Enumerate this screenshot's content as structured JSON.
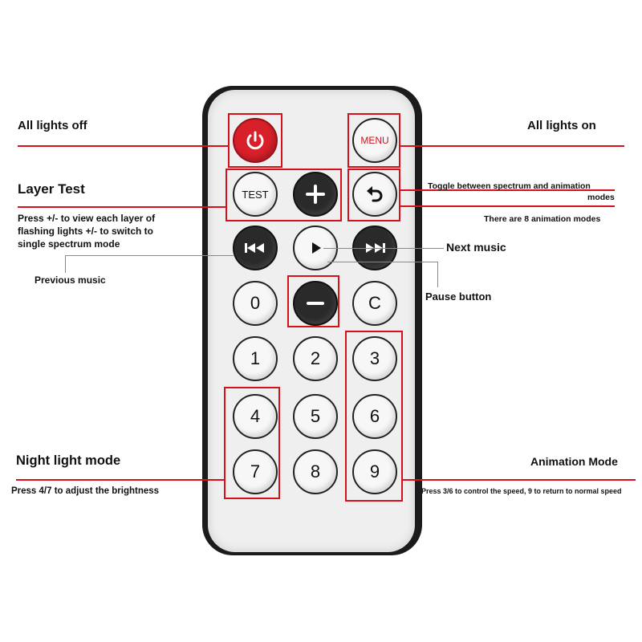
{
  "labels": {
    "all_lights_off": "All lights off",
    "all_lights_on": "All lights on",
    "layer_test": "Layer Test",
    "layer_test_desc_1": "Press +/- to view each layer of",
    "layer_test_desc_2": "flashing lights +/- to switch to",
    "layer_test_desc_3": "single spectrum mode",
    "toggle_desc_1": "Toggle between spectrum and animation",
    "toggle_desc_2": "modes",
    "animation_count": "There are 8 animation modes",
    "next_music": "Next music",
    "previous_music": "Previous music",
    "pause_button": "Pause button",
    "night_light_mode": "Night light mode",
    "night_light_desc": "Press 4/7 to adjust the brightness",
    "animation_mode": "Animation Mode",
    "animation_mode_desc": "Press 3/6 to control the speed, 9 to return to normal speed"
  },
  "remote": {
    "buttons": {
      "power_icon": "power-icon",
      "menu": "MENU",
      "test": "TEST",
      "plus": "+",
      "back_icon": "return-arrow-icon",
      "prev_icon": "skip-back-icon",
      "play_icon": "play-icon",
      "next_icon": "skip-forward-icon",
      "zero": "0",
      "minus": "−",
      "clear": "C",
      "one": "1",
      "two": "2",
      "three": "3",
      "four": "4",
      "five": "5",
      "six": "6",
      "seven": "7",
      "eight": "8",
      "nine": "9"
    }
  },
  "colors": {
    "highlight": "#d8101c",
    "power_button": "#d8202a",
    "remote_body": "#1b1b1b",
    "remote_face": "#efefef"
  }
}
